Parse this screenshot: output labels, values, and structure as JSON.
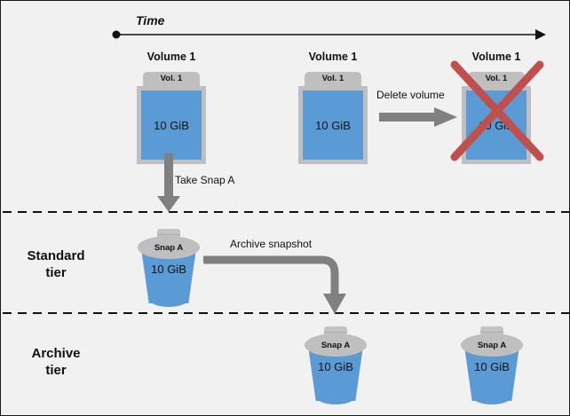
{
  "diagram": {
    "background_color": "#f1f1f1",
    "accent_blue": "#5b9bd5",
    "gray": "#bfbfbf",
    "arrow_gray": "#808080",
    "delete_red": "#c0504d",
    "timeline": {
      "label": "Time"
    },
    "tiers": [
      {
        "id": "standard",
        "label_line1": "Standard",
        "label_line2": "tier"
      },
      {
        "id": "archive",
        "label_line1": "Archive",
        "label_line2": "tier"
      }
    ],
    "volumes": [
      {
        "id": "volume-1-initial",
        "caption": "Volume 1",
        "tab_label": "Vol. 1",
        "size_label": "10 GiB",
        "deleted": false
      },
      {
        "id": "volume-1-before-delete",
        "caption": "Volume 1",
        "tab_label": "Vol. 1",
        "size_label": "10 GiB",
        "deleted": false
      },
      {
        "id": "volume-1-deleted",
        "caption": "Volume 1",
        "tab_label": "Vol. 1",
        "size_label": "10 GiB",
        "deleted": true
      }
    ],
    "snapshots": [
      {
        "id": "snapshot-standard",
        "lid_label": "Snap A",
        "size_label": "10 GiB",
        "tier": "standard"
      },
      {
        "id": "snapshot-archive-1",
        "lid_label": "Snap A",
        "size_label": "10 GiB",
        "tier": "archive"
      },
      {
        "id": "snapshot-archive-2",
        "lid_label": "Snap A",
        "size_label": "10 GiB",
        "tier": "archive"
      }
    ],
    "arrows": [
      {
        "id": "take-snap-a",
        "label": "Take Snap A",
        "direction": "down"
      },
      {
        "id": "delete-volume",
        "label": "Delete volume",
        "direction": "right"
      },
      {
        "id": "archive-snapshot",
        "label": "Archive snapshot",
        "direction": "elbow-right-down"
      }
    ]
  }
}
